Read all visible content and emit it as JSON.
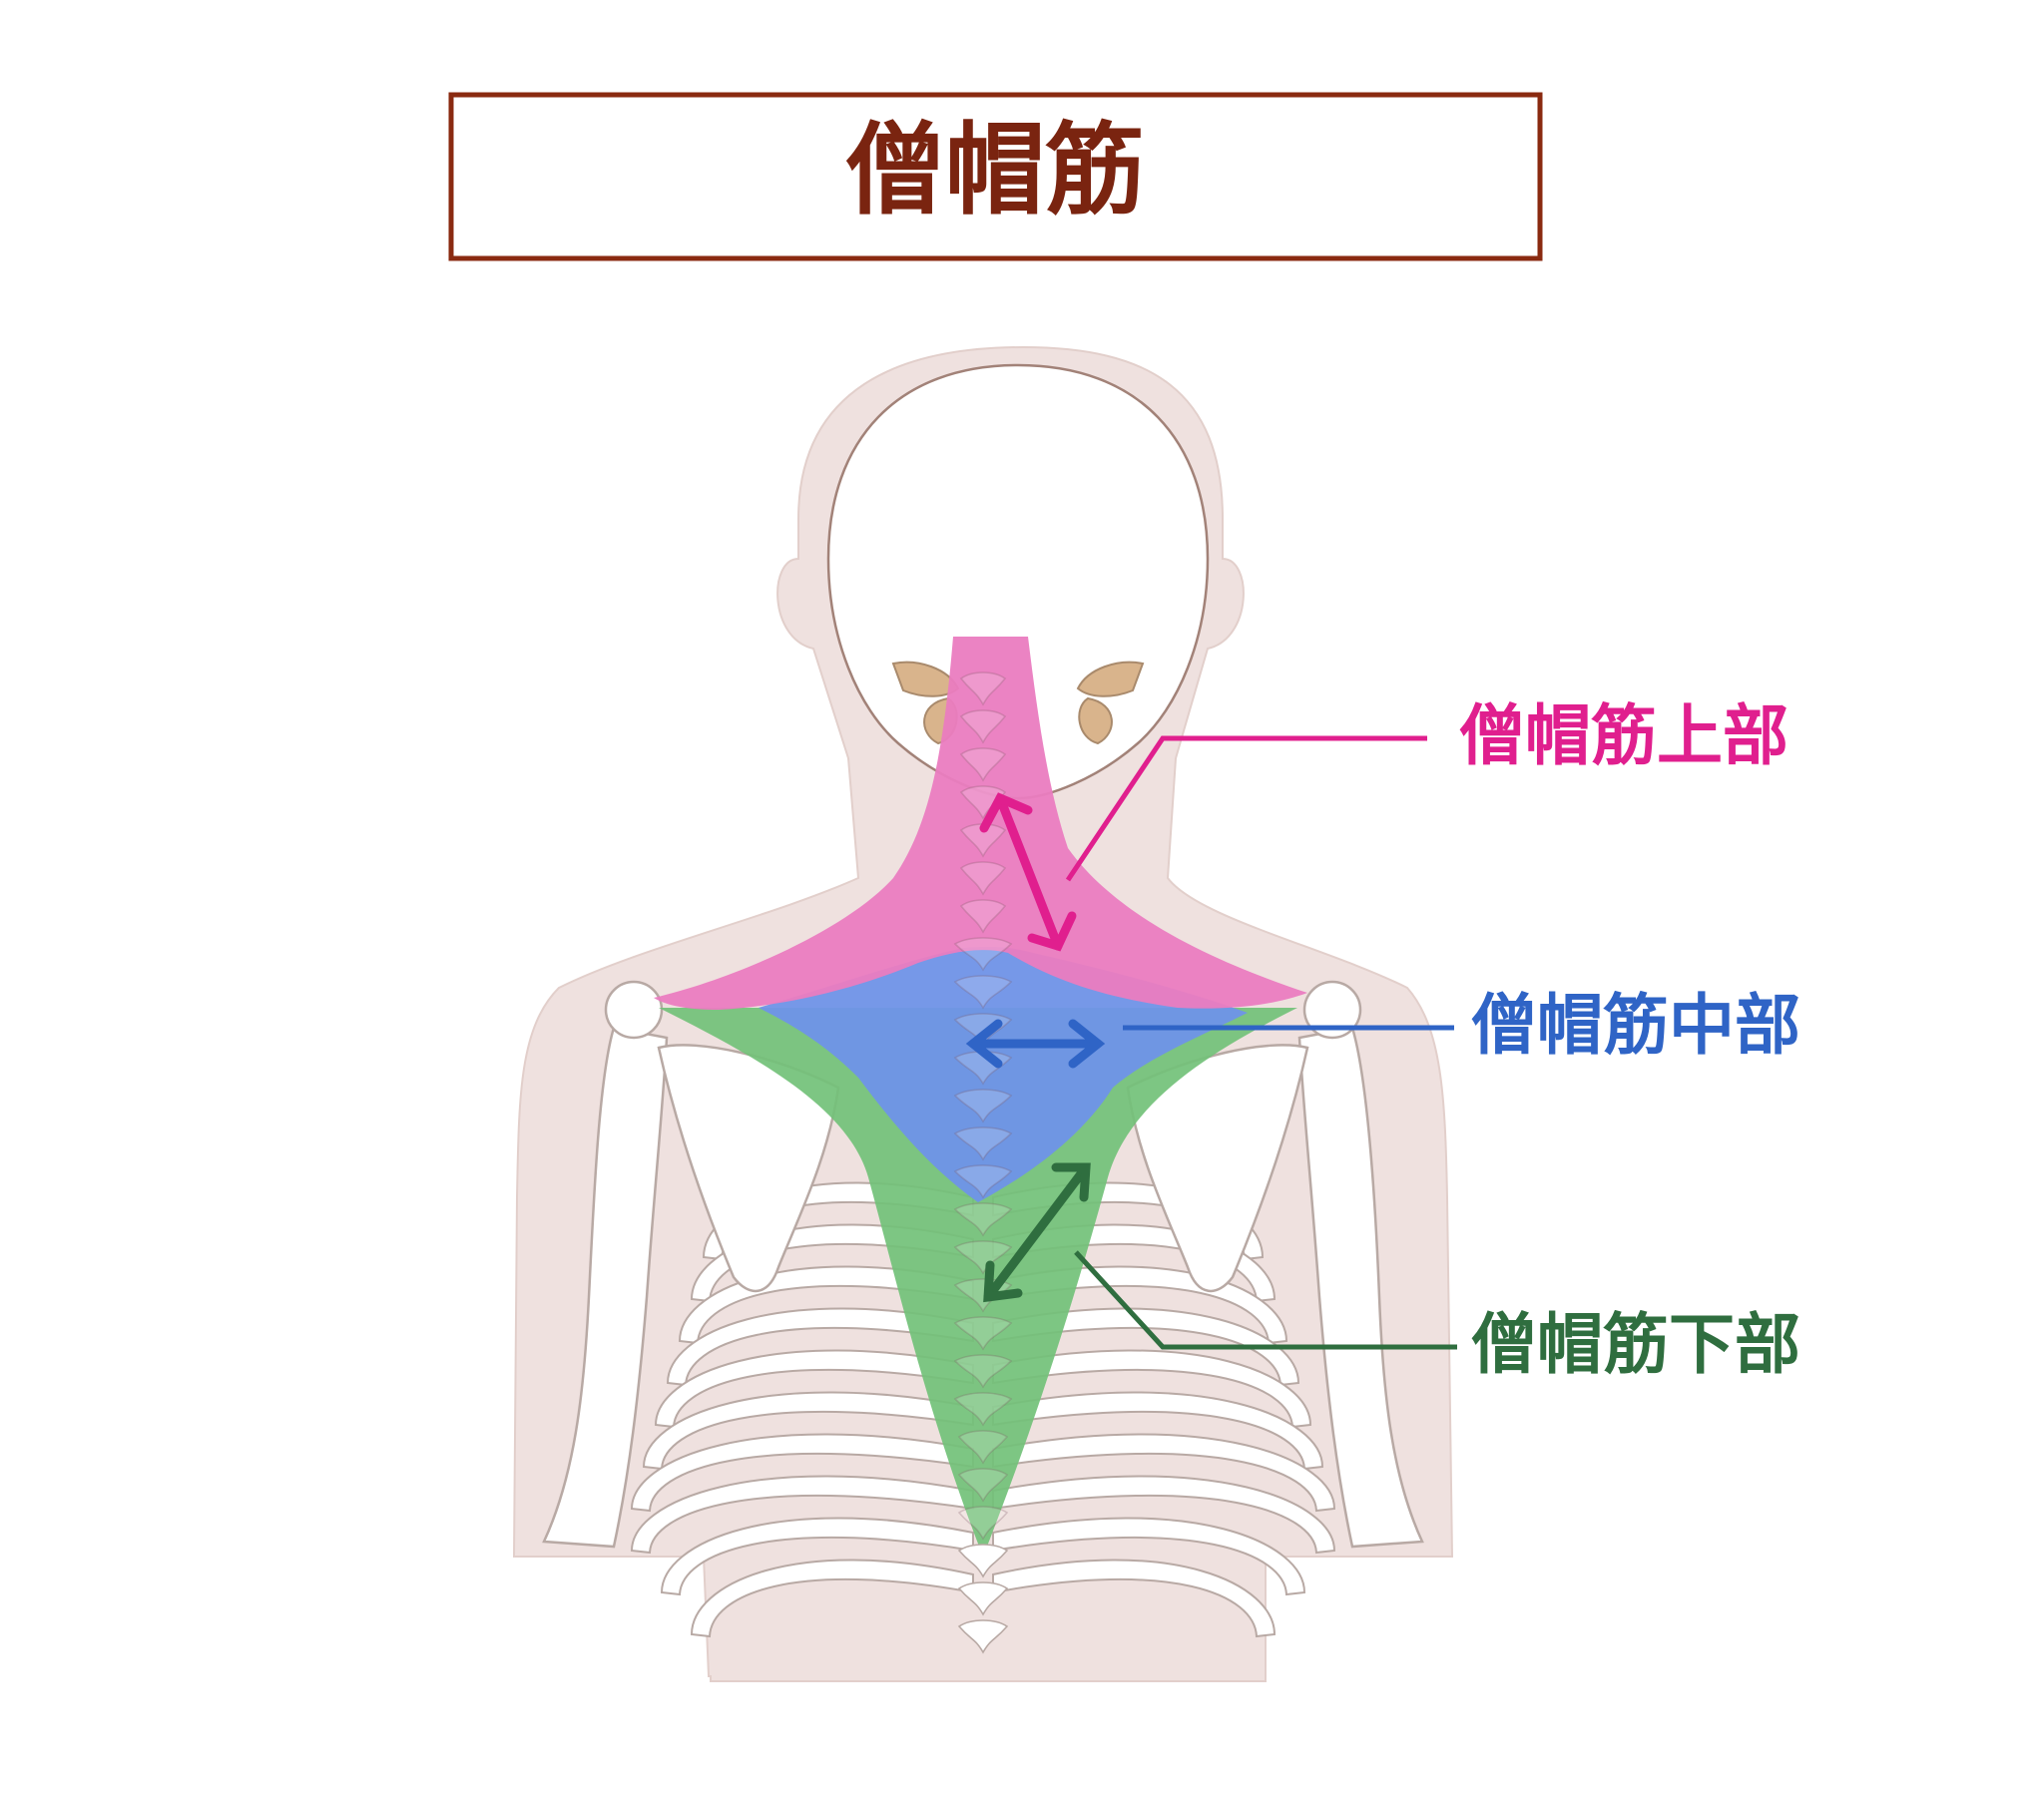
{
  "title": "僧帽筋",
  "labels": {
    "upper": "僧帽筋上部",
    "middle": "僧帽筋中部",
    "lower": "僧帽筋下部"
  },
  "colors": {
    "title_border": "#8a2a10",
    "title_text": "#7a2410",
    "body_silhouette": "#efe1df",
    "body_outline": "#d9c6c2",
    "bone_fill": "#ffffff",
    "bone_outline": "#b8a9a4",
    "rib_shadow": "#d8d8d8",
    "upper_muscle": "#ea7cc0",
    "middle_muscle": "#6f93e8",
    "lower_muscle": "#72c178",
    "upper_label": "#e01f8e",
    "middle_label": "#2f64c6",
    "lower_label": "#2f6e3f",
    "hyoid": "#d9b48c"
  }
}
